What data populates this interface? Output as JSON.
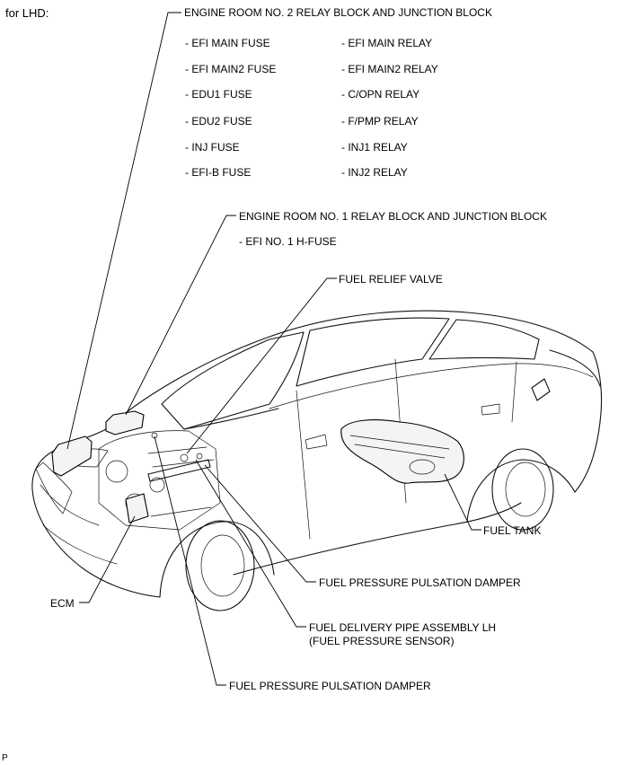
{
  "header": {
    "for_text": "for LHD:"
  },
  "jb2": {
    "title": "ENGINE ROOM NO. 2 RELAY BLOCK AND JUNCTION BLOCK",
    "fuses": [
      "- EFI MAIN FUSE",
      "- EFI MAIN2 FUSE",
      "- EDU1 FUSE",
      "- EDU2 FUSE",
      "- INJ FUSE",
      "- EFI-B FUSE"
    ],
    "relays": [
      "- EFI MAIN RELAY",
      "- EFI MAIN2 RELAY",
      "- C/OPN RELAY",
      "- F/PMP RELAY",
      "- INJ1 RELAY",
      "- INJ2 RELAY"
    ]
  },
  "jb1": {
    "title": "ENGINE ROOM NO. 1 RELAY BLOCK AND JUNCTION BLOCK",
    "item": "- EFI NO. 1 H-FUSE"
  },
  "labels": {
    "fuel_relief_valve": "FUEL RELIEF VALVE",
    "fuel_tank": "FUEL TANK",
    "damper_upper": "FUEL PRESSURE PULSATION DAMPER",
    "ecm": "ECM",
    "delivery_pipe_line1": "FUEL DELIVERY PIPE ASSEMBLY LH",
    "delivery_pipe_line2": "(FUEL PRESSURE SENSOR)",
    "damper_lower": "FUEL PRESSURE PULSATION DAMPER"
  },
  "footer": {
    "code": "P"
  }
}
